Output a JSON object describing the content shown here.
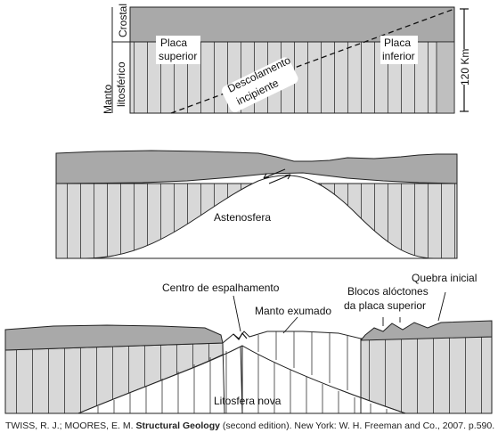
{
  "panel1": {
    "crust_label": "Crostal",
    "mantle_label_1": "Manto",
    "mantle_label_2": "litosférico",
    "upper_plate_1": "Placa",
    "upper_plate_2": "superior",
    "lower_plate_1": "Placa",
    "lower_plate_2": "inferior",
    "detachment_1": "Descolamento",
    "detachment_2": "incipiente",
    "scale": "120 Km"
  },
  "panel2": {
    "asthenosphere": "Astenosfera"
  },
  "panel3": {
    "spreading_center": "Centro de espalhamento",
    "exhumed_mantle": "Manto exumado",
    "allochthonous_1": "Blocos alóctones",
    "allochthonous_2": "da placa superior",
    "initial_break": "Quebra inicial",
    "new_lithosphere": "Litosfera nova"
  },
  "caption": {
    "authors": "TWISS, R. J.; MOORES, E. M.",
    "title": "Structural Geology",
    "rest": "(second edition). New York: W. H. Freeman and Co., 2007. p.590."
  },
  "colors": {
    "crust": "#a9a9a9",
    "mantle": "#d8d8d8",
    "line": "#222222"
  }
}
